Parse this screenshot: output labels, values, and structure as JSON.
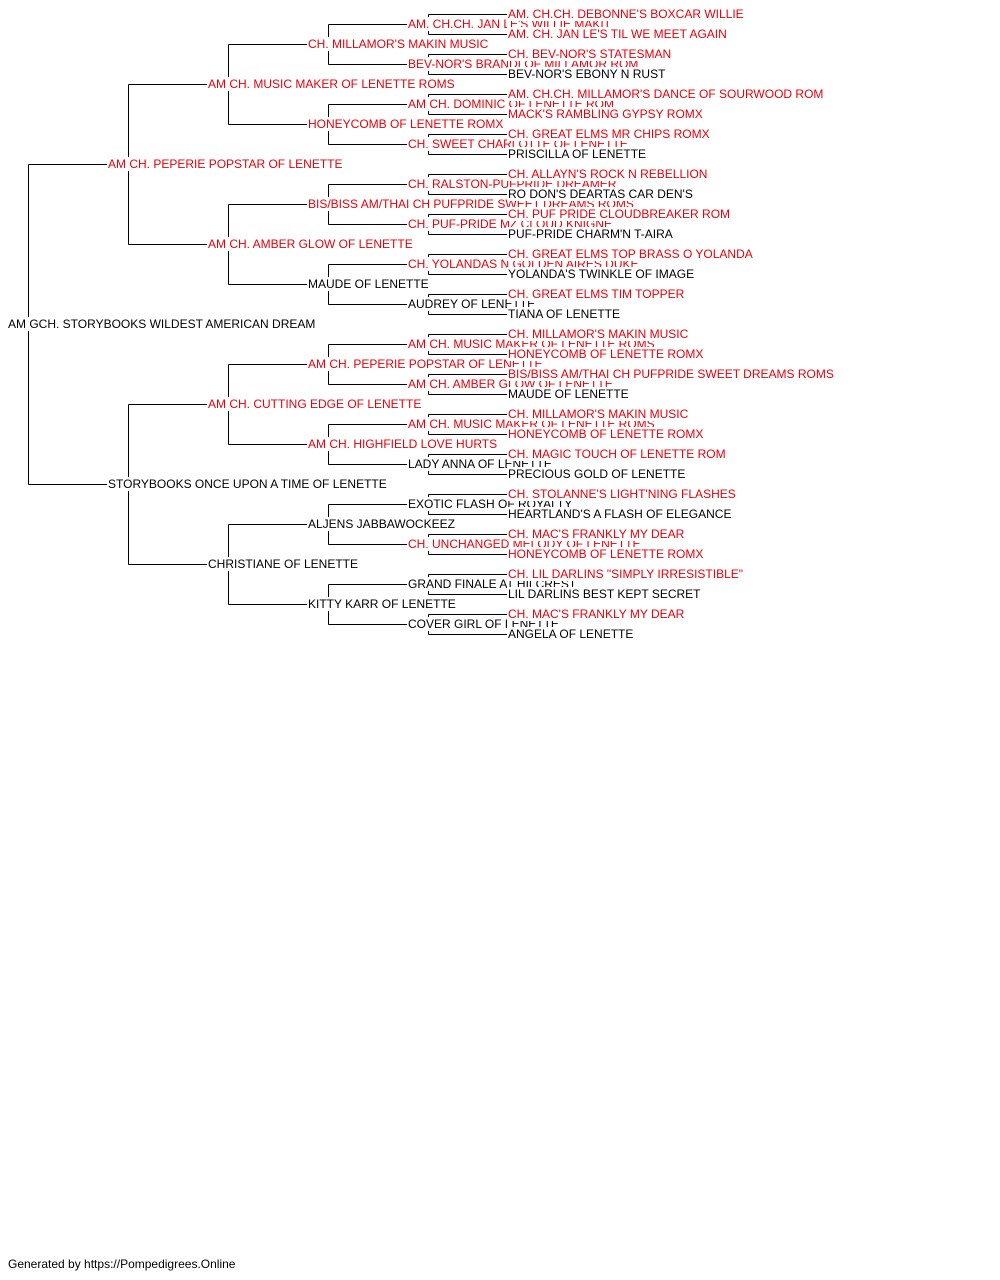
{
  "colors": {
    "champion": "#e8000b",
    "normal": "#000000",
    "line": "#000000"
  },
  "pedigree": {
    "name": "AM GCH. STORYBOOKS WILDEST AMERICAN DREAM",
    "ch": false,
    "sire": {
      "name": "AM CH. PEPERIE POPSTAR OF LENETTE",
      "ch": true,
      "sire": {
        "name": "AM CH. MUSIC MAKER OF LENETTE ROMS",
        "ch": true,
        "sire": {
          "name": "CH. MILLAMOR'S MAKIN MUSIC",
          "ch": true,
          "sire": {
            "name": "AM. CH.CH. JAN LE'S WILLIE MAKIT",
            "ch": true,
            "sire": {
              "name": "AM. CH.CH. DEBONNE'S BOXCAR WILLIE",
              "ch": true
            },
            "dam": {
              "name": "AM. CH. JAN LE'S TIL WE MEET AGAIN",
              "ch": true
            }
          },
          "dam": {
            "name": "BEV-NOR'S BRANDI OF MILLAMOR ROM",
            "ch": true,
            "sire": {
              "name": "CH. BEV-NOR'S STATESMAN",
              "ch": true
            },
            "dam": {
              "name": "BEV-NOR'S EBONY N RUST",
              "ch": false
            }
          }
        },
        "dam": {
          "name": "HONEYCOMB OF LENETTE ROMX",
          "ch": true,
          "sire": {
            "name": "AM CH. DOMINIC OF LENETTE ROM",
            "ch": true,
            "sire": {
              "name": "AM. CH.CH. MILLAMOR'S DANCE OF SOURWOOD ROM",
              "ch": true
            },
            "dam": {
              "name": "MACK'S RAMBLING GYPSY ROMX",
              "ch": true
            }
          },
          "dam": {
            "name": "CH. SWEET CHARLOTTE OF LENETTE",
            "ch": true,
            "sire": {
              "name": "CH. GREAT ELMS MR CHIPS ROMX",
              "ch": true
            },
            "dam": {
              "name": "PRISCILLA OF LENETTE",
              "ch": false
            }
          }
        }
      },
      "dam": {
        "name": "AM CH. AMBER GLOW OF LENETTE",
        "ch": true,
        "sire": {
          "name": "BIS/BISS AM/THAI CH PUFPRIDE SWEET DREAMS ROMS",
          "ch": true,
          "sire": {
            "name": "CH. RALSTON-PUFPRIDE DREAMER",
            "ch": true,
            "sire": {
              "name": "CH. ALLAYN'S ROCK N REBELLION",
              "ch": true
            },
            "dam": {
              "name": "RO DON'S DEARTAS CAR DEN'S",
              "ch": false
            }
          },
          "dam": {
            "name": "CH. PUF-PRIDE MZ CLOUD KNIGNE",
            "ch": true,
            "sire": {
              "name": "CH. PUF PRIDE CLOUDBREAKER ROM",
              "ch": true
            },
            "dam": {
              "name": "PUF-PRIDE CHARM'N T-AIRA",
              "ch": false
            }
          }
        },
        "dam": {
          "name": "MAUDE OF LENETTE",
          "ch": false,
          "sire": {
            "name": "CH. YOLANDAS N GOLDEN AIRES DUKE",
            "ch": true,
            "sire": {
              "name": "CH. GREAT ELMS TOP BRASS O YOLANDA",
              "ch": true
            },
            "dam": {
              "name": "YOLANDA'S TWINKLE OF IMAGE",
              "ch": false
            }
          },
          "dam": {
            "name": "AUDREY OF LENETTE",
            "ch": false,
            "sire": {
              "name": "CH. GREAT ELMS TIM TOPPER",
              "ch": true
            },
            "dam": {
              "name": "TIANA OF LENETTE",
              "ch": false
            }
          }
        }
      }
    },
    "dam": {
      "name": "STORYBOOKS ONCE UPON A TIME OF LENETTE",
      "ch": false,
      "sire": {
        "name": "AM CH. CUTTING EDGE OF LENETTE",
        "ch": true,
        "sire": {
          "name": "AM CH. PEPERIE POPSTAR OF LENETTE",
          "ch": true,
          "sire": {
            "name": "AM CH. MUSIC MAKER OF LENETTE ROMS",
            "ch": true,
            "sire": {
              "name": "CH. MILLAMOR'S MAKIN MUSIC",
              "ch": true
            },
            "dam": {
              "name": "HONEYCOMB OF LENETTE ROMX",
              "ch": true
            }
          },
          "dam": {
            "name": "AM CH. AMBER GLOW OF LENETTE",
            "ch": true,
            "sire": {
              "name": "BIS/BISS AM/THAI CH PUFPRIDE SWEET DREAMS ROMS",
              "ch": true
            },
            "dam": {
              "name": "MAUDE OF LENETTE",
              "ch": false
            }
          }
        },
        "dam": {
          "name": "AM CH. HIGHFIELD LOVE HURTS",
          "ch": true,
          "sire": {
            "name": "AM CH. MUSIC MAKER OF LENETTE ROMS",
            "ch": true,
            "sire": {
              "name": "CH. MILLAMOR'S MAKIN MUSIC",
              "ch": true
            },
            "dam": {
              "name": "HONEYCOMB OF LENETTE ROMX",
              "ch": true
            }
          },
          "dam": {
            "name": "LADY ANNA OF LENETTE",
            "ch": false,
            "sire": {
              "name": "CH. MAGIC TOUCH OF LENETTE ROM",
              "ch": true
            },
            "dam": {
              "name": "PRECIOUS GOLD OF LENETTE",
              "ch": false
            }
          }
        }
      },
      "dam": {
        "name": "CHRISTIANE OF LENETTE",
        "ch": false,
        "sire": {
          "name": "ALJENS JABBAWOCKEEZ",
          "ch": false,
          "sire": {
            "name": "EXOTIC FLASH OF ROYALTY",
            "ch": false,
            "sire": {
              "name": "CH. STOLANNE'S LIGHT'NING FLASHES",
              "ch": true
            },
            "dam": {
              "name": "HEARTLAND'S A FLASH OF ELEGANCE",
              "ch": false
            }
          },
          "dam": {
            "name": "CH. UNCHANGED MELODY OF LENETTE",
            "ch": true,
            "sire": {
              "name": "CH. MAC'S FRANKLY MY DEAR",
              "ch": true
            },
            "dam": {
              "name": "HONEYCOMB OF LENETTE ROMX",
              "ch": true
            }
          }
        },
        "dam": {
          "name": "KITTY KARR OF LENETTE",
          "ch": false,
          "sire": {
            "name": "GRAND FINALE AT HILCREST",
            "ch": false,
            "sire": {
              "name": "CH. LIL DARLINS \"SIMPLY IRRESISTIBLE\"",
              "ch": true
            },
            "dam": {
              "name": "LIL DARLINS BEST KEPT SECRET",
              "ch": false
            }
          },
          "dam": {
            "name": "COVER GIRL OF LENETTE",
            "ch": false,
            "sire": {
              "name": "CH. MAC'S FRANKLY MY DEAR",
              "ch": true
            },
            "dam": {
              "name": "ANGELA OF LENETTE",
              "ch": false
            }
          }
        }
      }
    }
  },
  "footer": "Generated by https://Pompedigrees.Online"
}
